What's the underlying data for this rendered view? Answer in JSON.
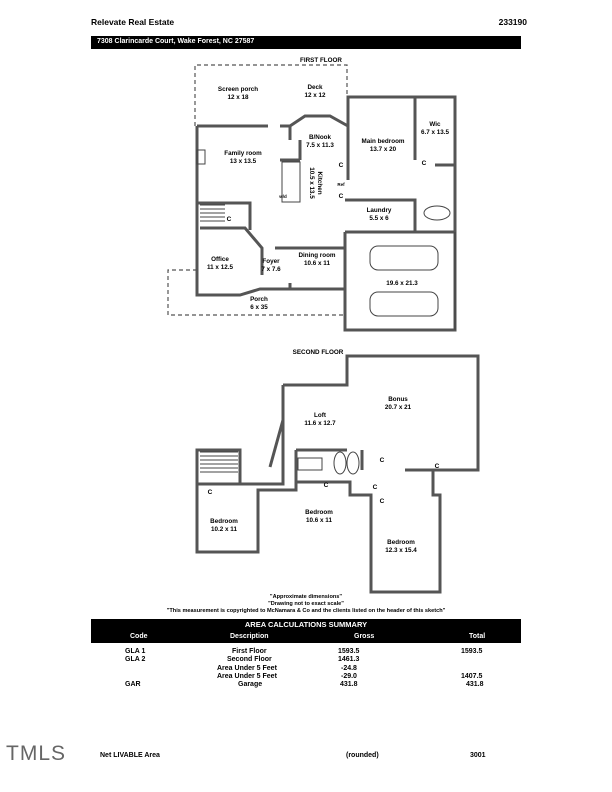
{
  "header": {
    "company": "Relevate Real Estate",
    "id": "233190",
    "address": "7308 Clarincarde Court, Wake Forest, NC 27587"
  },
  "floors": {
    "first": {
      "title": "FIRST FLOOR",
      "rooms": [
        {
          "key": "screen_porch",
          "name": "Screen porch",
          "dims": "12 x 18"
        },
        {
          "key": "deck",
          "name": "Deck",
          "dims": "12 x 12"
        },
        {
          "key": "main_bedroom",
          "name": "Main bedroom",
          "dims": "13.7 x 20"
        },
        {
          "key": "wic",
          "name": "Wic",
          "dims": "6.7 x 13.5"
        },
        {
          "key": "bnook",
          "name": "B/Nook",
          "dims": "7.5 x 11.3"
        },
        {
          "key": "family_room",
          "name": "Family room",
          "dims": "13 x 13.5"
        },
        {
          "key": "kitchen",
          "name": "Kitchen",
          "dims": "10.5 x 13.5"
        },
        {
          "key": "laundry",
          "name": "Laundry",
          "dims": "5.5 x 6"
        },
        {
          "key": "office",
          "name": "Office",
          "dims": "11 x 12.5"
        },
        {
          "key": "foyer",
          "name": "Foyer",
          "dims": "7 x 7.6"
        },
        {
          "key": "dining_room",
          "name": "Dining room",
          "dims": "10.6 x 11"
        },
        {
          "key": "garage",
          "name": "",
          "dims": "19.6 x 21.3"
        },
        {
          "key": "porch",
          "name": "Porch",
          "dims": "6 x 35"
        }
      ],
      "marks": {
        "closet": "C",
        "wd": "w/d",
        "ref": "Ref"
      }
    },
    "second": {
      "title": "SECOND FLOOR",
      "rooms": [
        {
          "key": "loft",
          "name": "Loft",
          "dims": "11.6 x 12.7"
        },
        {
          "key": "bonus",
          "name": "Bonus",
          "dims": "20.7 x 21"
        },
        {
          "key": "bedroom_a",
          "name": "Bedroom",
          "dims": "10.2 x 11"
        },
        {
          "key": "bedroom_b",
          "name": "Bedroom",
          "dims": "10.6 x 11"
        },
        {
          "key": "bedroom_c",
          "name": "Bedroom",
          "dims": "12.3 x 15.4"
        }
      ]
    }
  },
  "notes": [
    "\"Approximate dimensions\"",
    "\"Drawing not to exact scale\"",
    "\"This measurement is copyrighted to McNamara & Co and the clients listed on the header of this sketch\""
  ],
  "summary": {
    "title": "AREA CALCULATIONS SUMMARY",
    "headers": {
      "code": "Code",
      "description": "Description",
      "gross": "Gross",
      "total": "Total"
    },
    "rows": [
      {
        "code": "GLA 1",
        "description": "First Floor",
        "gross": "1593.5",
        "total": "1593.5"
      },
      {
        "code": "GLA 2",
        "description": "Second Floor",
        "gross": "1461.3",
        "total": ""
      },
      {
        "code": "",
        "description": "Area Under 5 Feet",
        "gross": "-24.8",
        "total": ""
      },
      {
        "code": "",
        "description": "Area Under 5 Feet",
        "gross": "-29.0",
        "total": "1407.5"
      },
      {
        "code": "GAR",
        "description": "Garage",
        "gross": "431.8",
        "total": "431.8"
      }
    ]
  },
  "footer": {
    "logo": "TMLS",
    "net_label": "Net LIVABLE Area",
    "rounded": "(rounded)",
    "net_value": "3001"
  }
}
